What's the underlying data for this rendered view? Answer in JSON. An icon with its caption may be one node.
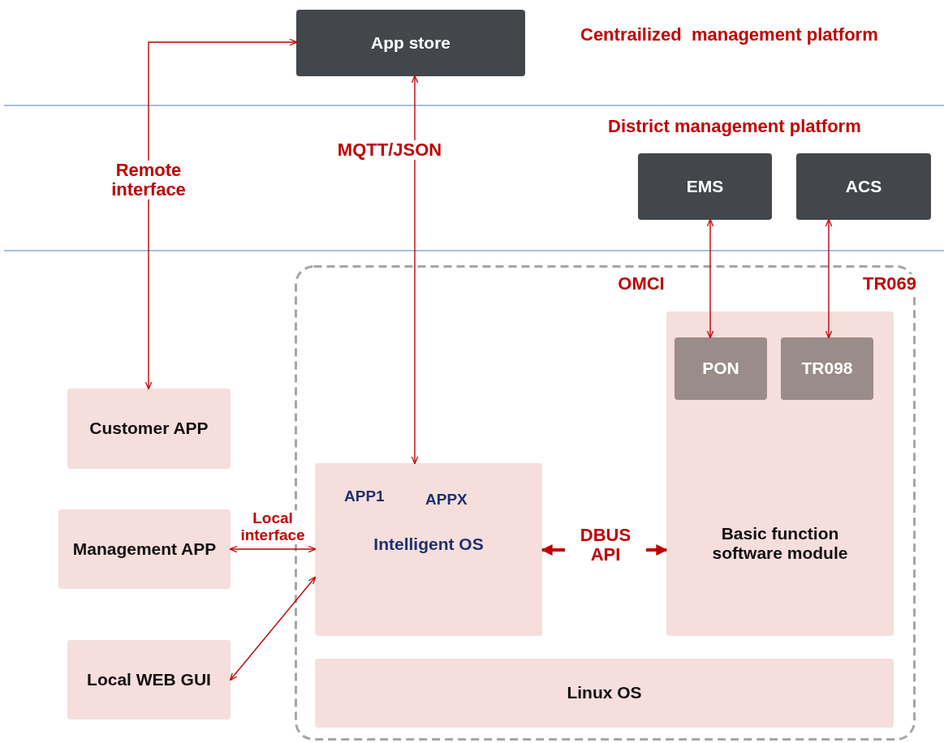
{
  "diagram": {
    "nodes": [
      {
        "text": [
          "App store"
        ]
      },
      {
        "text": [
          "EMS"
        ]
      },
      {
        "text": [
          "ACS"
        ]
      },
      {
        "text": [],
        "shape": "box"
      },
      {
        "text": [
          "Basic function software module"
        ],
        "in": 3
      },
      {
        "text": [
          "PON"
        ],
        "in": 4
      },
      {
        "text": [
          "TR098"
        ],
        "in": 4
      },
      {
        "text": [
          "APP1",
          "APPX",
          "Intelligent OS"
        ],
        "in": 3
      },
      {
        "text": [
          "Linux OS"
        ],
        "in": 3
      },
      {
        "text": [
          "Customer APP"
        ]
      },
      {
        "text": [
          "Management APP"
        ]
      },
      {
        "text": [
          "Local WEB GUI"
        ]
      }
    ],
    "edges": [
      {
        "from": 0,
        "to": 9,
        "arrow": "both",
        "label": "Remote interface"
      },
      {
        "from": 0,
        "to": 7,
        "arrow": "both",
        "label": "MQTT/JSON"
      },
      {
        "from": 1,
        "to": 5,
        "arrow": "both",
        "label": "OMCI"
      },
      {
        "from": 2,
        "to": 6,
        "arrow": "both",
        "label": "TR069"
      },
      {
        "from": 7,
        "to": 4,
        "arrow": "both",
        "label": "DBUS API",
        "style": "thick"
      },
      {
        "from": 10,
        "to": 7,
        "arrow": "both",
        "label": "Local interface"
      },
      {
        "from": 11,
        "to": 7,
        "arrow": "both"
      }
    ],
    "labels": [
      "Centrailized  management platform",
      "District management platform"
    ]
  }
}
